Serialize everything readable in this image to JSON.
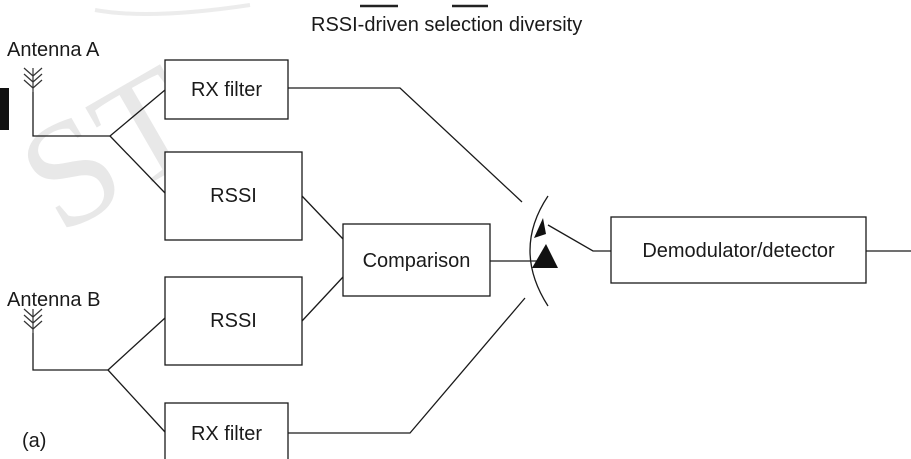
{
  "title": "RSSI-driven selection diversity",
  "antenna_a": "Antenna A",
  "antenna_b": "Antenna B",
  "rx_filter_a": "RX filter",
  "rssi_a": "RSSI",
  "comparison": "Comparison",
  "rssi_b": "RSSI",
  "rx_filter_b": "RX filter",
  "demodulator": "Demodulator/detector",
  "panel_label": "(a)"
}
